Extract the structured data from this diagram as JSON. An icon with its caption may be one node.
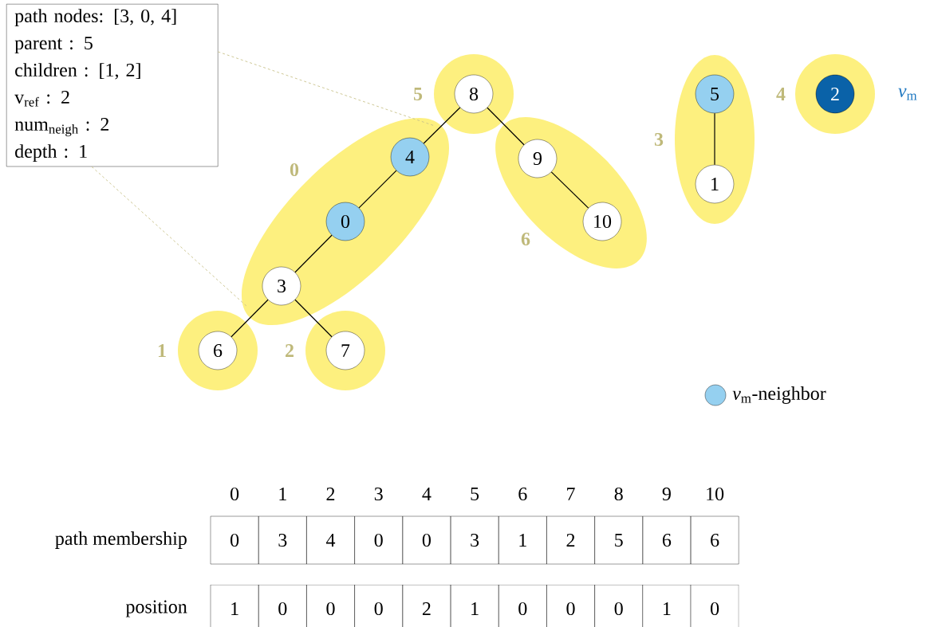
{
  "diagram": {
    "nodes": [
      {
        "text": [
          "path nodes: [3, 0, 4]",
          "parent : 5",
          "children : [1, 2]",
          "v$_{ref}$ : 2",
          "num$_{neigh}$ : 2",
          "depth : 1"
        ]
      },
      {
        "text": [],
        "shape": "circle",
        "beside": [
          "5"
        ]
      },
      {
        "text": [
          "8"
        ],
        "in": 1
      },
      {
        "text": [],
        "shape": "ellipse",
        "beside": [
          "0"
        ]
      },
      {
        "text": [
          "4"
        ],
        "in": 3
      },
      {
        "text": [
          "0"
        ],
        "in": 3
      },
      {
        "text": [
          "3"
        ],
        "in": 3
      },
      {
        "text": [],
        "shape": "ellipse",
        "beside": [
          "6"
        ]
      },
      {
        "text": [
          "9"
        ],
        "in": 7
      },
      {
        "text": [
          "10"
        ],
        "in": 7
      },
      {
        "text": [],
        "shape": "ellipse",
        "beside": [
          "3"
        ]
      },
      {
        "text": [
          "5"
        ],
        "in": 10
      },
      {
        "text": [
          "1"
        ],
        "in": 10
      },
      {
        "text": [],
        "shape": "circle",
        "beside": [
          "4"
        ]
      },
      {
        "text": [
          "2"
        ],
        "in": 13,
        "beside": [
          "*v*$_{m}$"
        ]
      },
      {
        "text": [],
        "shape": "circle",
        "beside": [
          "1"
        ]
      },
      {
        "text": [
          "6"
        ],
        "in": 15
      },
      {
        "text": [],
        "shape": "circle",
        "beside": [
          "2"
        ]
      },
      {
        "text": [
          "7"
        ],
        "in": 17
      }
    ],
    "edges": [
      {
        "from": 2,
        "to": 4,
        "arrow": "none"
      },
      {
        "from": 4,
        "to": 5,
        "arrow": "none"
      },
      {
        "from": 5,
        "to": 6,
        "arrow": "none"
      },
      {
        "from": 6,
        "to": 16,
        "arrow": "none"
      },
      {
        "from": 6,
        "to": 18,
        "arrow": "none"
      },
      {
        "from": 2,
        "to": 8,
        "arrow": "none"
      },
      {
        "from": 8,
        "to": 9,
        "arrow": "none"
      },
      {
        "from": 11,
        "to": 12,
        "arrow": "none"
      },
      {
        "from": 0,
        "to": 3,
        "arrow": "none",
        "style": "dashed",
        "color": "#c8c28a"
      },
      {
        "from": 0,
        "to": 3,
        "arrow": "none",
        "style": "dashed",
        "color": "#c8c28a"
      }
    ],
    "labels": [
      "0",
      "1",
      "2",
      "3",
      "4",
      "5",
      "6",
      "7",
      "8",
      "9",
      "10",
      "path membership",
      "0",
      "3",
      "4",
      "0",
      "0",
      "3",
      "1",
      "2",
      "5",
      "6",
      "6",
      "position",
      "1",
      "0",
      "0",
      "0",
      "2",
      "1",
      "0",
      "0",
      "0",
      "1",
      "0"
    ],
    "legend": [
      {
        "text": "*v*$_{m}$-neighbor",
        "color": "#95d0f0"
      }
    ]
  }
}
